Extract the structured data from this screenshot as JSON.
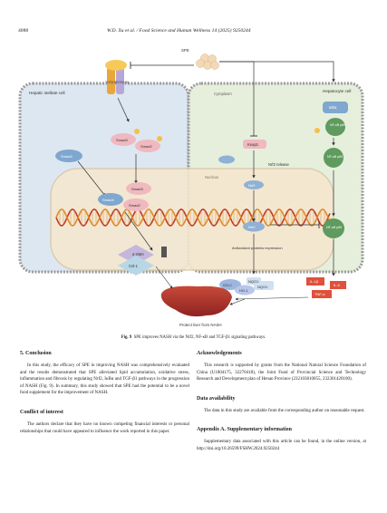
{
  "header": {
    "page_number": "4088",
    "journal": "W.D. Xu et al. / Food Science and Human Wellness 14 (2025) 9250244"
  },
  "figure": {
    "caption_label": "Fig. 9",
    "caption_text": "SPE improves NASH via the Nrf2, NF-κB and TGF-β1 signaling pathways.",
    "labels": {
      "spe": "SPE",
      "tgfbr1": "TGFβ RI",
      "tgfbr2": "TGFβ RII",
      "hsc": "Hepatic stellate cell",
      "hepatocyte": "Hepatocyte cell",
      "cytoplasm": "Cytoplasm",
      "nucleus": "Nucleus",
      "smad3": "Smad3",
      "smad2": "Smad2",
      "smad4": "Smad4",
      "keap1": "Keap1",
      "nrf2_release": "Nrf2 release",
      "nrf2": "Nrf2",
      "ikba": "IκBα",
      "nfkb": "NF-κB p65",
      "antioxidant": "Antioxidant proteins expression",
      "asma": "α-SMA",
      "col1": "Col-1",
      "hmox": "HO-1",
      "nqo1": "NQO1",
      "gclc": "GCLC",
      "il1b": "IL-1β",
      "il6": "IL-6",
      "tnfa": "TNF-α",
      "protect": "Protect liver from NASH",
      "p": "P"
    }
  },
  "left_column": {
    "conclusion_heading": "5. Conclusion",
    "conclusion_text": "In this study, the efficacy of SPE in improving NASH was comprehensively evaluated and the results demonstrated that SPE alleviated lipid accumulation, oxidative stress, inflammation and fibrosis by regulating Nrf2, IκBα and TGF-β1 pathways in the progression of NASH (Fig. 9). In summary, this study showed that SPE had the potential to be a novel food supplement for the improvement of NASH.",
    "conflict_heading": "Conflict of interest",
    "conflict_text": "The authors declare that they have no known competing financial interests or personal relationships that could have appeared to influence the work reported in this paper."
  },
  "right_column": {
    "ack_heading": "Acknowledgements",
    "ack_text": "This research is supported by grants from the National Natural Science Foundation of China (U1804175, 32270418), the Joint Fund of Provincial Science and Technology Research and Development plan of Henan Province (232103810055, 232301420100).",
    "avail_heading": "Data availability",
    "avail_text": "The data in this study are available from the corresponding author on reasonable request.",
    "appendix_heading": "Appendix A. Supplementary information",
    "appendix_text": "Supplementary data associated with this article can be found, in the online version, at http://doi.org/10.26599/FSHW.2024.9250244"
  },
  "colors": {
    "cell_left": "#dde7f1",
    "cell_right": "#e5efdc",
    "nucleus": "#f5e7cf",
    "membrane": "#9a9a9a",
    "liver": "#b8332a",
    "protein_pink": "#f0b8bf",
    "protein_blue": "#7fa7cf",
    "phospho": "#f4c04a",
    "red_box": "#e0503a"
  }
}
